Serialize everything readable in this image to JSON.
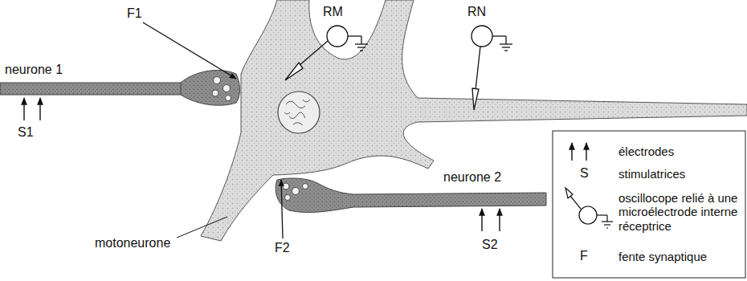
{
  "diagram": {
    "labels": [
      "neurone 1",
      "F1",
      "S1",
      "RM",
      "RN",
      "motoneurone",
      "F2",
      "neurone 2",
      "S2",
      "S",
      "F"
    ],
    "legend": [
      {
        "text": "électrodes"
      },
      {
        "text": "stimulatrices"
      },
      {
        "text": "oscillocope relié à une microélectrode interne réceptrice"
      },
      {
        "text": "fente synaptique"
      }
    ]
  }
}
